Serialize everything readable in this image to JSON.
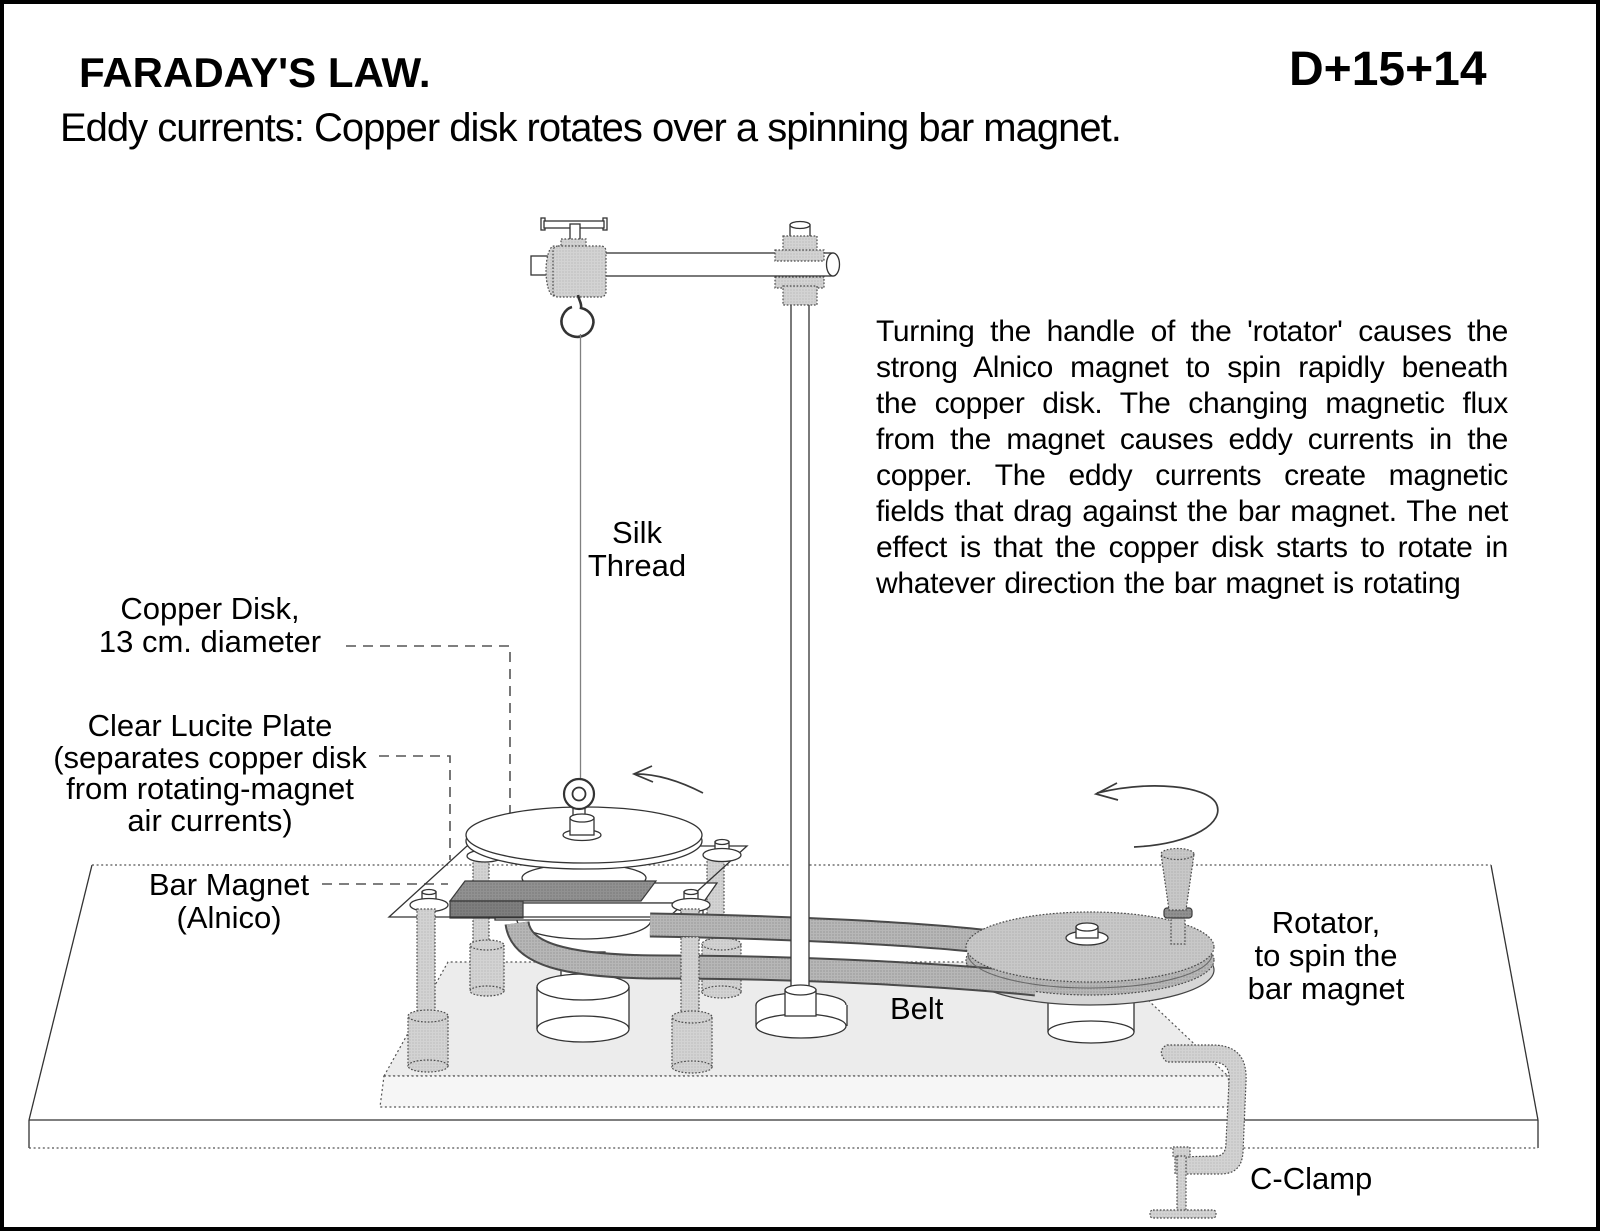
{
  "header": {
    "title": "FARADAY'S LAW.",
    "catalog_code": "D+15+14",
    "subtitle": "Eddy currents: Copper disk rotates over a spinning bar magnet."
  },
  "description_paragraph": "Turning the handle of the 'rotator' causes the strong Alnico magnet to spin rapidly beneath the copper disk.  The changing magnetic flux from the magnet causes eddy currents in the copper.  The eddy currents create magnetic fields that drag against the bar magnet.  The net effect is that the copper disk starts to rotate in whatever direction the bar magnet is rotating",
  "diagram_labels": {
    "silk_thread": "Silk\nThread",
    "copper_disk": "Copper Disk,\n13 cm. diameter",
    "lucite_plate": "Clear Lucite Plate\n(separates copper disk\nfrom rotating-magnet\nair currents)",
    "bar_magnet": "Bar Magnet\n(Alnico)",
    "belt": "Belt",
    "rotator": "Rotator,\nto spin the\nbar magnet",
    "c_clamp": "C-Clamp"
  }
}
